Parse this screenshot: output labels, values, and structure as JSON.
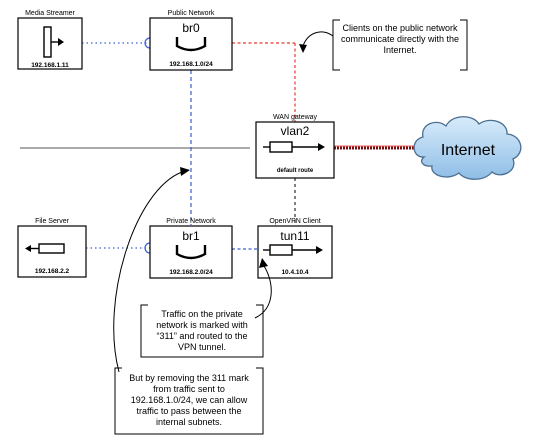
{
  "nodes": {
    "media_streamer": {
      "title": "Media Streamer",
      "ip": "192.168.1.11"
    },
    "public_network": {
      "title": "Public Network",
      "name": "br0",
      "ip": "192.168.1.0/24"
    },
    "wan_gateway": {
      "title": "WAN gateway",
      "name": "vlan2",
      "sub": "default route"
    },
    "file_server": {
      "title": "File Server",
      "ip": "192.168.2.2"
    },
    "private_network": {
      "title": "Private Network",
      "name": "br1",
      "ip": "192.168.2.0/24"
    },
    "openvpn_client": {
      "title": "OpenVPN Client",
      "name": "tun11",
      "ip": "10.4.10.4"
    },
    "internet": {
      "label": "Internet"
    }
  },
  "notes": {
    "public": "Clients on the public network communicate directly with the Internet.",
    "private": "Traffic on the private network is marked with “311” and routed to the VPN tunnel.",
    "bottom": "But by removing the 311 mark from traffic sent to 192.168.1.0/24, we can allow traffic to pass between the internal subnets."
  },
  "colors": {
    "blue": "#3a5fcd",
    "red": "#e8392c",
    "dark_red": "#7a0f0f",
    "cloud": "#a9cff0",
    "black": "#000000"
  }
}
